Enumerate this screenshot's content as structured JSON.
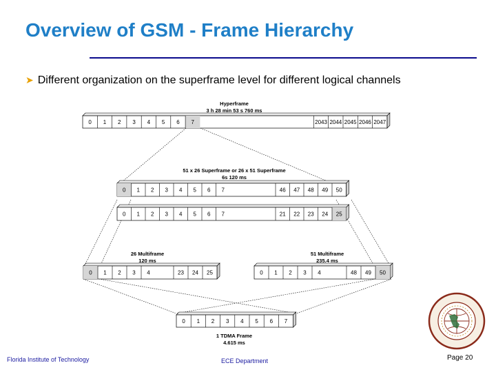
{
  "slide": {
    "title": "Overview of GSM - Frame Hierarchy",
    "bullet": "Different organization on the superframe level for different logical channels",
    "footer_left": "Florida Institute of Technology",
    "footer_center": "ECE Department",
    "page": "Page 20",
    "seal_text": "FLORIDA INSTITUTE OF TECHNOLOGY",
    "seal_year": "1958",
    "bullet_icon": "arrow-bullet-icon"
  },
  "diagram": {
    "hyperframe": {
      "caption_line1": "Hyperframe",
      "caption_line2": "3 h 28 min 53 s 760 ms",
      "cells": [
        "0",
        "1",
        "2",
        "3",
        "4",
        "5",
        "6",
        "7",
        "2043",
        "2044",
        "2045",
        "2046",
        "2047"
      ]
    },
    "superframe": {
      "caption_line1": "51 x 26 Superframe or 26 x 51 Superframe",
      "caption_line2": "6s  120 ms",
      "row1": [
        "0",
        "1",
        "2",
        "3",
        "4",
        "5",
        "6",
        "7",
        "46",
        "47",
        "48",
        "49",
        "50"
      ],
      "row2": [
        "0",
        "1",
        "2",
        "3",
        "4",
        "5",
        "6",
        "7",
        "21",
        "22",
        "23",
        "24",
        "25"
      ]
    },
    "multiframe26": {
      "caption_line1": "26 Multiframe",
      "caption_line2": "120 ms",
      "cells": [
        "0",
        "1",
        "2",
        "3",
        "4",
        "23",
        "24",
        "25"
      ]
    },
    "multiframe51": {
      "caption_line1": "51 Multiframe",
      "caption_line2": "235.4 ms",
      "cells": [
        "0",
        "1",
        "2",
        "3",
        "4",
        "48",
        "49",
        "50"
      ]
    },
    "tdma": {
      "caption_line1": "1 TDMA Frame",
      "caption_line2": "4.615 ms",
      "cells": [
        "0",
        "1",
        "2",
        "3",
        "4",
        "5",
        "6",
        "7"
      ]
    }
  }
}
